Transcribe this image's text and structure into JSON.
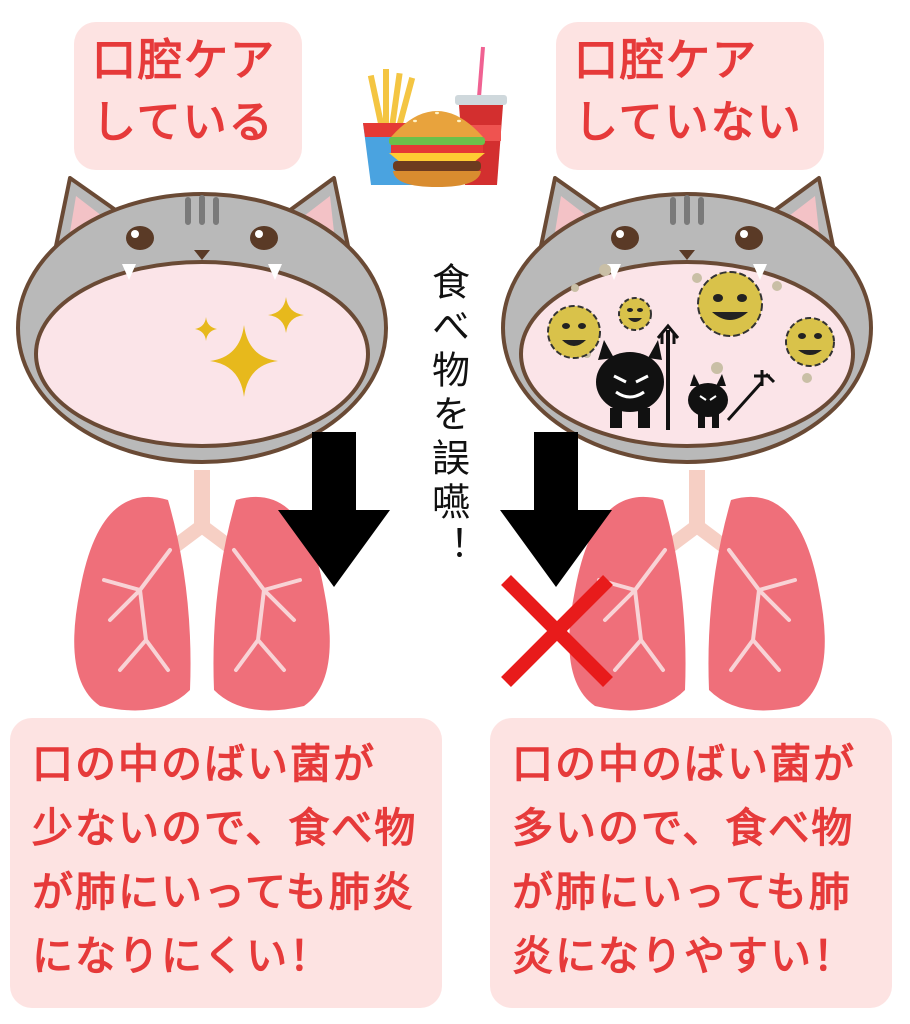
{
  "left_panel": {
    "title_lines": [
      "口腔ケア",
      "している"
    ],
    "description_lines": [
      "口の中のばい菌が",
      "少ないので、食べ物",
      "が肺にいっても肺炎",
      "になりにくい！"
    ]
  },
  "right_panel": {
    "title_lines": [
      "口腔ケア",
      "していない"
    ],
    "description_lines": [
      "口の中のばい菌が",
      "多いので、食べ物",
      "が肺にいっても肺",
      "炎になりやすい！"
    ]
  },
  "middle_label": "食べ物を誤嚥！",
  "colors": {
    "title_text": "#e63a3a",
    "box_background": "#fde3e2",
    "cat_fur": "#b9b9b9",
    "mouth_inside": "#fbe4e8",
    "lung": "#ef6f7a",
    "sparkle": "#e7b91c",
    "germ": "#d9c24a",
    "cross": "#e81b1b",
    "arrow": "#000000"
  },
  "icons": [
    "fast-food-icon",
    "sparkle-icon",
    "germ-icon",
    "devil-icon",
    "arrow-down-icon",
    "cross-icon",
    "lungs-icon",
    "cat-icon"
  ]
}
